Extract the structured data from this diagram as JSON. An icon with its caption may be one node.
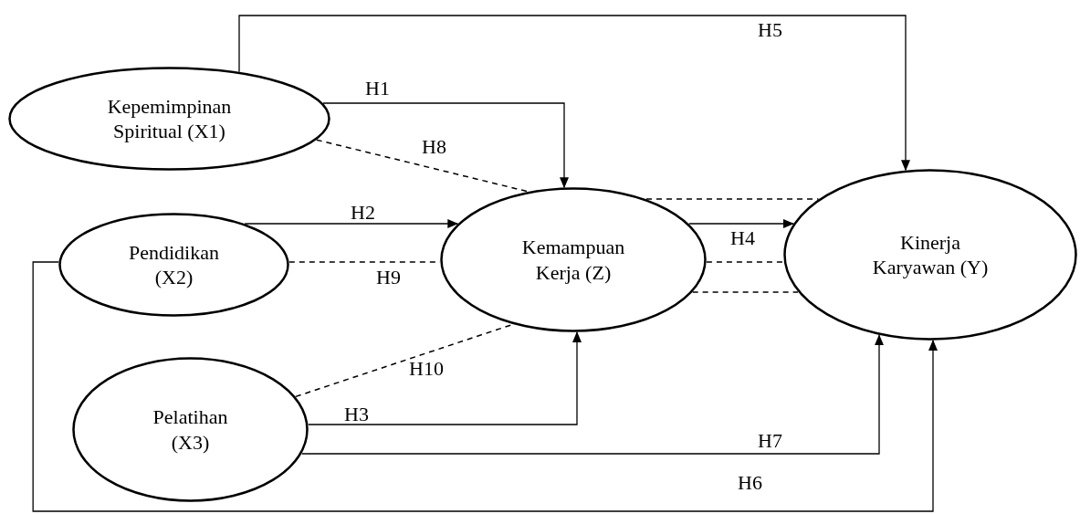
{
  "diagram": {
    "nodes": [
      {
        "text": [
          "Kepemimpinan Spiritual (X1)"
        ]
      },
      {
        "text": [
          "Pendidikan (X2)"
        ]
      },
      {
        "text": [
          "Kemampuan Kerja (Z)"
        ]
      },
      {
        "text": [
          "Kinerja Karyawan (Y)"
        ]
      },
      {
        "text": [
          "Pelatihan (X3)"
        ]
      }
    ],
    "edges": [
      {
        "from": 0,
        "to": 2,
        "arrow": "to",
        "label": "H1"
      },
      {
        "from": 1,
        "to": 2,
        "arrow": "to",
        "label": "H2"
      },
      {
        "from": 4,
        "to": 2,
        "arrow": "to",
        "label": "H3"
      },
      {
        "from": 2,
        "to": 3,
        "arrow": "to",
        "label": "H4"
      },
      {
        "from": 0,
        "to": 3,
        "arrow": "to",
        "label": "H5"
      },
      {
        "from": 1,
        "to": 3,
        "arrow": "to",
        "label": "H6"
      },
      {
        "from": 4,
        "to": 3,
        "arrow": "to",
        "label": "H7"
      },
      {
        "from": 0,
        "to": 2,
        "arrow": "none",
        "label": "H8",
        "style": "dashed"
      },
      {
        "from": 1,
        "to": 2,
        "arrow": "none",
        "label": "H9",
        "style": "dashed"
      },
      {
        "from": 4,
        "to": 2,
        "arrow": "none",
        "label": "H10",
        "style": "dashed"
      },
      {
        "from": 2,
        "to": 3,
        "arrow": "none",
        "style": "dashed"
      },
      {
        "from": 2,
        "to": 3,
        "arrow": "none",
        "style": "dashed"
      },
      {
        "from": 2,
        "to": 3,
        "arrow": "none",
        "style": "dashed"
      }
    ]
  }
}
